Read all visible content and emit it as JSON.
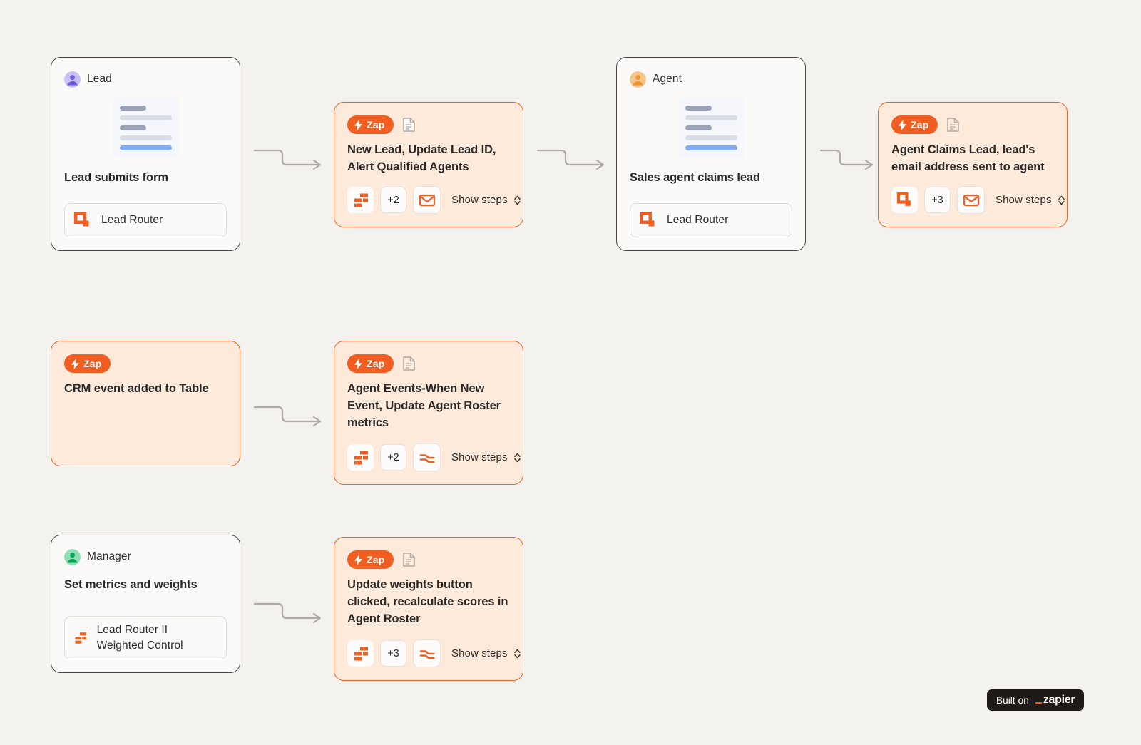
{
  "canvas": {
    "background": "#f4f2ef",
    "accent": "#f05f21",
    "zap_card_bg": "#fdeadb",
    "white_card_bg": "#fbfaf8"
  },
  "nodes": {
    "lead_form": {
      "persona": "Lead",
      "persona_color": "#b9aaf0",
      "title": "Lead submits form",
      "app_label": "Lead Router"
    },
    "new_lead_zap": {
      "badge": "Zap",
      "title": "New Lead, Update Lead ID, Alert Qualified Agents",
      "plus_count": "+2",
      "show_steps": "Show steps"
    },
    "agent_claims": {
      "persona": "Agent",
      "persona_color": "#f0a759",
      "title": "Sales agent claims lead",
      "app_label": "Lead Router"
    },
    "agent_claims_zap": {
      "badge": "Zap",
      "title": "Agent Claims Lead, lead's email address sent to agent",
      "plus_count": "+3",
      "show_steps": "Show steps"
    },
    "crm_event": {
      "badge": "Zap",
      "title": "CRM event added to Table"
    },
    "agent_events_zap": {
      "badge": "Zap",
      "title": "Agent Events-When New Event, Update Agent Roster metrics",
      "plus_count": "+2",
      "show_steps": "Show steps"
    },
    "manager": {
      "persona": "Manager",
      "persona_color": "#14a05a",
      "title": "Set metrics and weights",
      "app_label": "Lead Router II Weighted Control"
    },
    "update_weights_zap": {
      "badge": "Zap",
      "title": "Update weights button clicked, recalculate scores in Agent Roster",
      "plus_count": "+3",
      "show_steps": "Show steps"
    }
  },
  "badge": {
    "built_on": "Built on",
    "brand": "zapier"
  }
}
